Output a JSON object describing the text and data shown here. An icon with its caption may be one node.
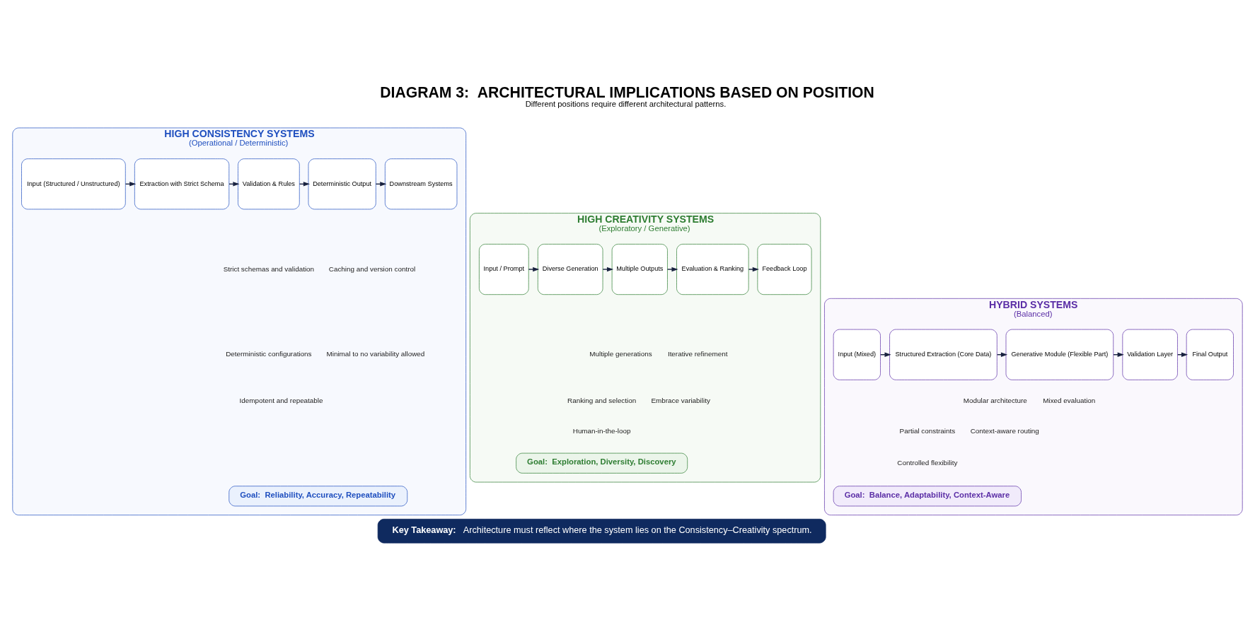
{
  "diagram": {
    "title": "DIAGRAM 3:  ARCHITECTURAL IMPLICATIONS BASED ON POSITION",
    "caption": "Different positions require different architectural patterns.",
    "nodes": [
      {
        "text": [
          "HIGH CONSISTENCY SYSTEMS",
          "(Operational / Deterministic)"
        ]
      },
      {
        "text": [
          "Input (Structured / Unstructured)"
        ],
        "in": 0
      },
      {
        "text": [
          "Extraction with Strict Schema"
        ],
        "in": 0
      },
      {
        "text": [
          "Validation & Rules"
        ],
        "in": 0
      },
      {
        "text": [
          "Deterministic Output"
        ],
        "in": 0
      },
      {
        "text": [
          "Downstream Systems"
        ],
        "in": 0
      },
      {
        "text": [
          "Goal:  Reliability, Accuracy, Repeatability"
        ],
        "in": 0
      },
      {
        "text": [
          "HIGH CREATIVITY SYSTEMS",
          "(Exploratory / Generative)"
        ]
      },
      {
        "text": [
          "Input / Prompt"
        ],
        "in": 7
      },
      {
        "text": [
          "Diverse Generation"
        ],
        "in": 7
      },
      {
        "text": [
          "Multiple Outputs"
        ],
        "in": 7
      },
      {
        "text": [
          "Evaluation & Ranking"
        ],
        "in": 7
      },
      {
        "text": [
          "Feedback Loop"
        ],
        "in": 7
      },
      {
        "text": [
          "Goal:  Exploration, Diversity, Discovery"
        ],
        "in": 7
      },
      {
        "text": [
          "HYBRID SYSTEMS",
          "(Balanced)"
        ]
      },
      {
        "text": [
          "Input (Mixed)"
        ],
        "in": 14
      },
      {
        "text": [
          "Structured Extraction (Core Data)"
        ],
        "in": 14
      },
      {
        "text": [
          "Generative Module (Flexible Part)"
        ],
        "in": 14
      },
      {
        "text": [
          "Validation Layer"
        ],
        "in": 14
      },
      {
        "text": [
          "Final Output"
        ],
        "in": 14
      },
      {
        "text": [
          "Goal:  Balance, Adaptability, Context-Aware"
        ],
        "in": 14
      },
      {
        "text": [
          "Key Takeaway:",
          "Architecture must reflect where the system lies on the Consistency–Creativity spectrum."
        ]
      }
    ],
    "edges": [
      {
        "from": 1,
        "to": 2,
        "arrow": "to"
      },
      {
        "from": 2,
        "to": 3,
        "arrow": "to"
      },
      {
        "from": 3,
        "to": 4,
        "arrow": "to"
      },
      {
        "from": 4,
        "to": 5,
        "arrow": "to"
      },
      {
        "from": 8,
        "to": 9,
        "arrow": "to"
      },
      {
        "from": 9,
        "to": 10,
        "arrow": "to"
      },
      {
        "from": 10,
        "to": 11,
        "arrow": "to"
      },
      {
        "from": 11,
        "to": 12,
        "arrow": "to"
      },
      {
        "from": 15,
        "to": 16,
        "arrow": "to"
      },
      {
        "from": 16,
        "to": 17,
        "arrow": "to"
      },
      {
        "from": 17,
        "to": 18,
        "arrow": "to"
      },
      {
        "from": 18,
        "to": 19,
        "arrow": "to"
      }
    ],
    "labels": [
      "Strict schemas and validation",
      "Deterministic configurations",
      "Idempotent and repeatable",
      "Caching and version control",
      "Minimal to no variability allowed",
      "Multiple generations",
      "Ranking and selection",
      "Human-in-the-loop",
      "Iterative refinement",
      "Embrace variability",
      "Modular architecture",
      "Partial constraints",
      "Controlled flexibility",
      "Mixed evaluation",
      "Context-aware routing"
    ]
  }
}
